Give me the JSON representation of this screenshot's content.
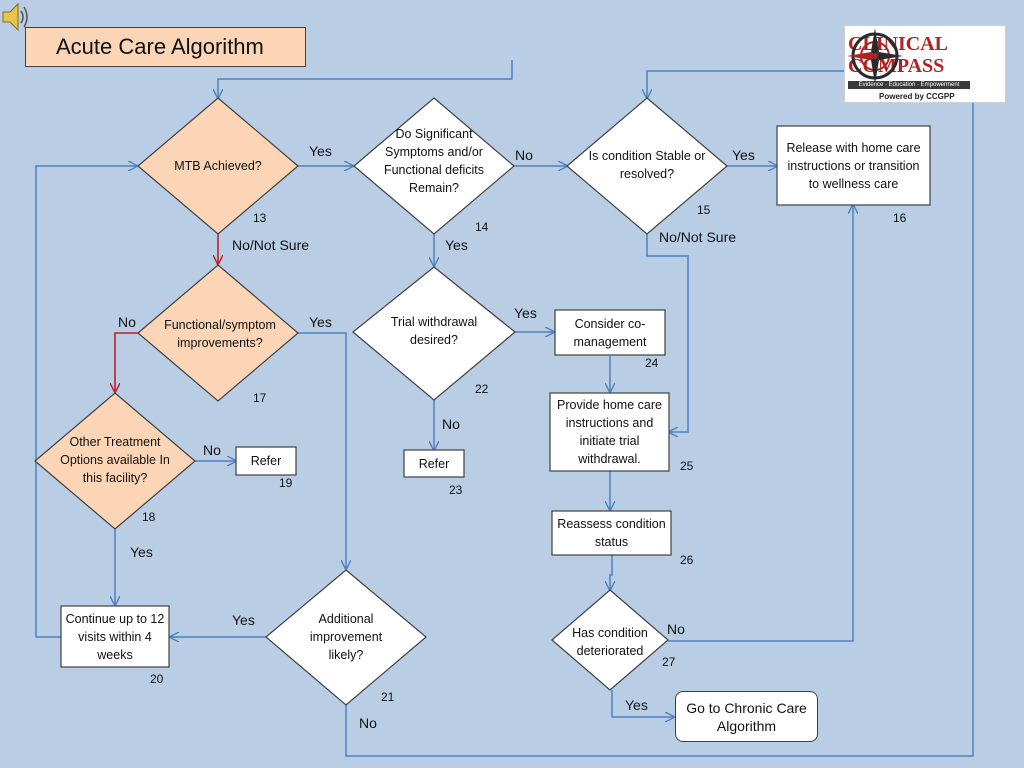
{
  "title": "Acute Care Algorithm",
  "logo": {
    "line1": "CLINICAL",
    "line2": "COMPASS",
    "tagline": "Evidence · Education · Empowerment",
    "powered": "Powered by CCGPP"
  },
  "nodes": {
    "n13": {
      "text": "MTB Achieved?",
      "num": "13"
    },
    "n14": {
      "text": "Do Significant Symptoms and/or Functional deficits Remain?",
      "num": "14"
    },
    "n15": {
      "text": "Is condition Stable or resolved?",
      "num": "15"
    },
    "n16": {
      "text": "Release with home care instructions or transition to wellness care",
      "num": "16"
    },
    "n17": {
      "text": "Functional/symptom improvements?",
      "num": "17"
    },
    "n18": {
      "text": "Other Treatment Options available In this facility?",
      "num": "18"
    },
    "n19": {
      "text": "Refer",
      "num": "19"
    },
    "n20": {
      "text": "Continue up to 12 visits within 4 weeks",
      "num": "20"
    },
    "n21": {
      "text": "Additional improvement likely?",
      "num": "21"
    },
    "n22": {
      "text": "Trial withdrawal desired?",
      "num": "22"
    },
    "n23": {
      "text": "Refer",
      "num": "23"
    },
    "n24": {
      "text": "Consider co-management",
      "num": "24"
    },
    "n25": {
      "text": "Provide home care instructions and initiate trial withdrawal.",
      "num": "25"
    },
    "n26": {
      "text": "Reassess condition status",
      "num": "26"
    },
    "n27": {
      "text": "Has condition deteriorated",
      "num": "27"
    },
    "chronic": {
      "text": "Go to Chronic Care Algorithm"
    }
  },
  "edge_labels": {
    "e13_14": "Yes",
    "e13_17": "No/Not Sure",
    "e14_15": "No",
    "e14_22": "Yes",
    "e15_16": "Yes",
    "e15_25": "No/Not Sure",
    "e17_18": "No",
    "e17_21": "Yes",
    "e18_19": "No",
    "e18_20": "Yes",
    "e21_20": "Yes",
    "e21_end": "No",
    "e22_24": "Yes",
    "e22_23": "No",
    "e27_16": "No",
    "e27_chronic": "Yes"
  },
  "colors": {
    "background": "#b9cde5",
    "decision_fill_orange": "#fbd5b5",
    "connector_blue": "#4f81bd",
    "connector_red": "#c0202a",
    "node_border": "#404040",
    "logo_red": "#b22222"
  },
  "icons": [
    "compass-icon",
    "speaker-icon"
  ]
}
